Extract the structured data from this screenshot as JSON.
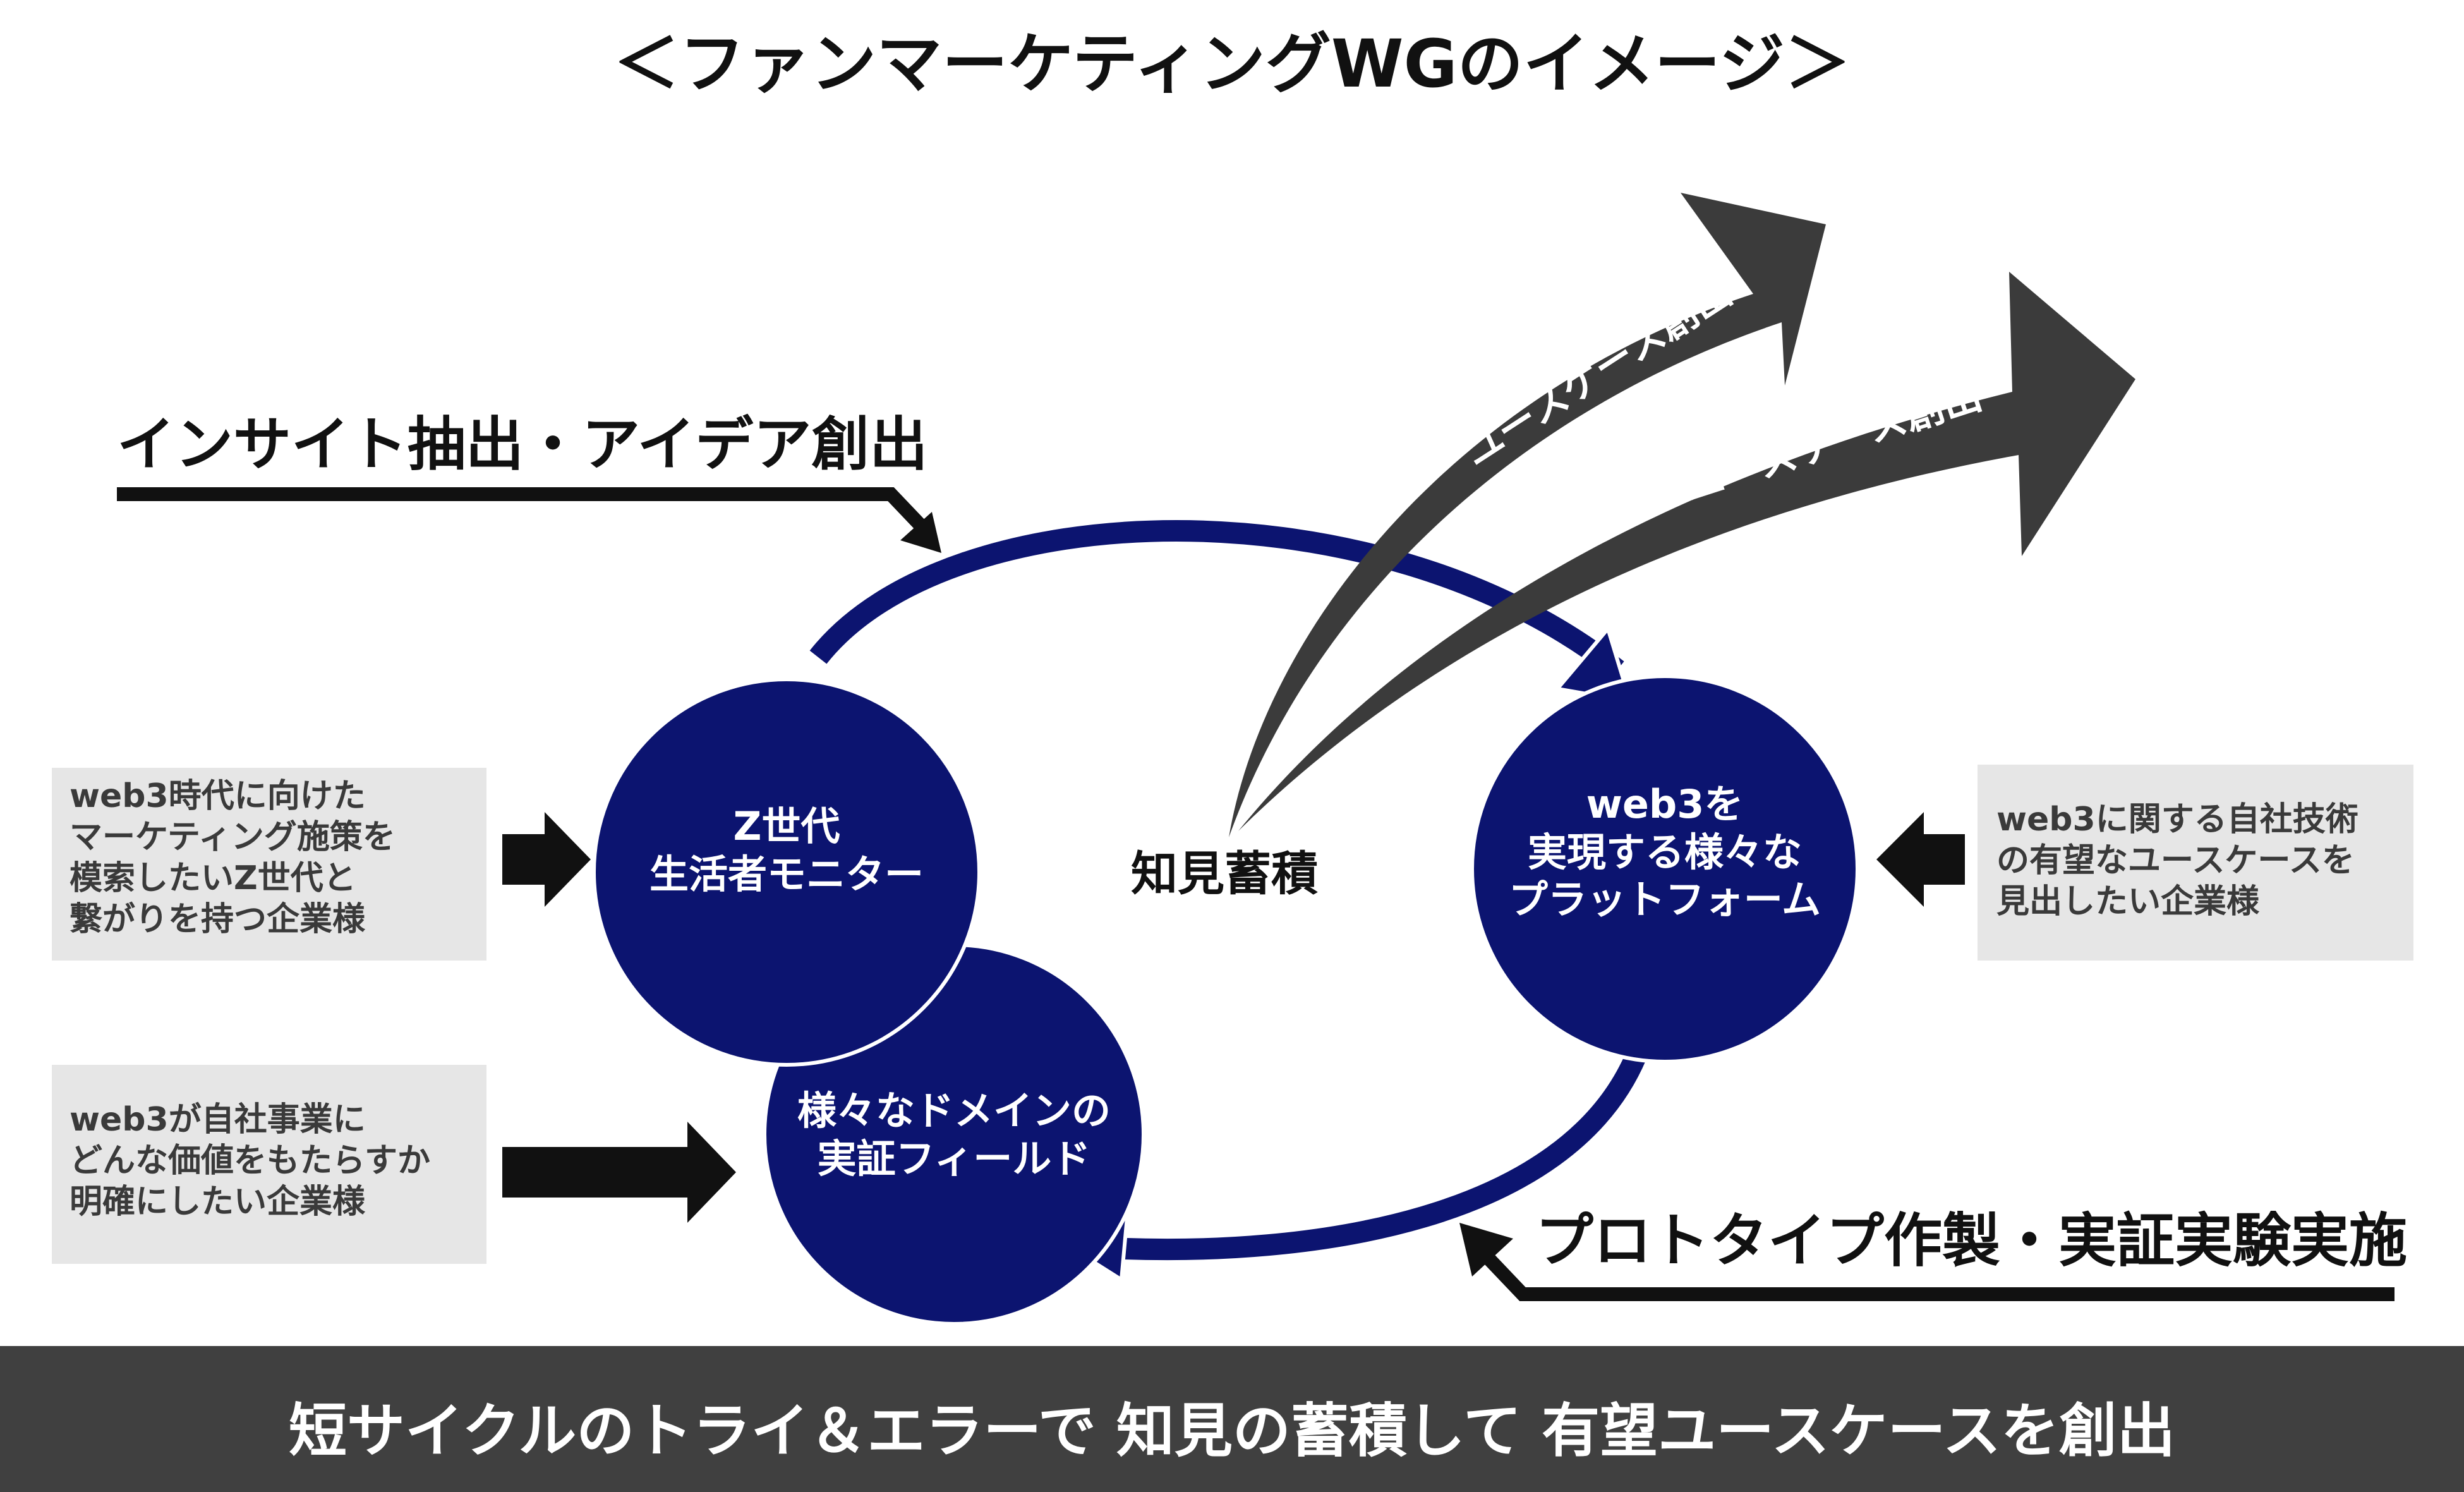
{
  "title": "＜ファンマーケティングWGのイメージ＞",
  "cycle_labels": {
    "top": "インサイト抽出・アイデア創出",
    "bottom": "プロトタイプ作製・実証実験実施"
  },
  "center_label": "知見蓄積",
  "use_case_arrows": [
    "ユースケース創出",
    "ユースケース創出"
  ],
  "circles": {
    "gen_z": "Z世代\n生活者モニター",
    "field": "様々なドメインの\n実証フィールド",
    "platform": "web3を\n実現する様々な\nプラットフォーム"
  },
  "side_boxes": {
    "left_top": "web3時代に向けた\nマーケティング施策を\n模索したいZ世代と\n繋がりを持つ企業様",
    "left_bottom": "web3が自社事業に\nどんな価値をもたらすか\n明確にしたい企業様",
    "right": "web3に関する自社技術\nの有望なユースケースを\n見出したい企業様"
  },
  "footer": "短サイクルのトライ＆エラーで 知見の蓄積して 有望ユースケースを創出",
  "colors": {
    "navy": "#0c1470",
    "dark_gray_arrow": "#3b3b3b",
    "box_gray": "#e6e6e6",
    "footer_bg": "#404040"
  }
}
